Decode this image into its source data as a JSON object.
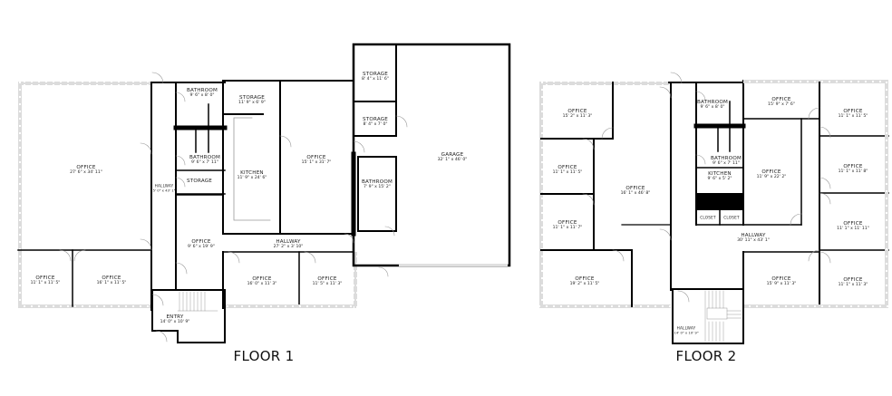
{
  "floors": [
    {
      "title": "FLOOR 1",
      "rooms": [
        {
          "name": "OFFICE",
          "dims": "27' 6\" x 34' 11\""
        },
        {
          "name": "HALLWAY",
          "dims": "5' 0\" x 43' 1\""
        },
        {
          "name": "BATHROOM",
          "dims": "9' 6\" x 8' 0\""
        },
        {
          "name": "BATHROOM",
          "dims": "9' 6\" x 7' 11\""
        },
        {
          "name": "STORAGE",
          "dims": ""
        },
        {
          "name": "STORAGE",
          "dims": "11' 9\" x 6' 9\""
        },
        {
          "name": "KITCHEN",
          "dims": "11' 9\" x 24' 6\""
        },
        {
          "name": "OFFICE",
          "dims": "15' 1\" x 31' 7\""
        },
        {
          "name": "STORAGE",
          "dims": "8' 4\" x 11' 6\""
        },
        {
          "name": "STORAGE",
          "dims": "8' 4\" x 7' 0\""
        },
        {
          "name": "BATHROOM",
          "dims": "7' 9\" x 15' 2\""
        },
        {
          "name": "GARAGE",
          "dims": "32' 1\" x 46' 0\""
        },
        {
          "name": "OFFICE",
          "dims": "9' 6\" x 19' 9\""
        },
        {
          "name": "HALLWAY",
          "dims": "27' 2\" x 3' 10\""
        },
        {
          "name": "OFFICE",
          "dims": "11' 1\" x 11' 5\""
        },
        {
          "name": "OFFICE",
          "dims": "16' 1\" x 11' 5\""
        },
        {
          "name": "OFFICE",
          "dims": "16' 0\" x 11' 3\""
        },
        {
          "name": "OFFICE",
          "dims": "11' 5\" x 11' 3\""
        },
        {
          "name": "ENTRY",
          "dims": "14' 0\" x 10' 9\""
        }
      ]
    },
    {
      "title": "FLOOR 2",
      "rooms": [
        {
          "name": "OFFICE",
          "dims": "15' 2\" x 11' 3\""
        },
        {
          "name": "OFFICE",
          "dims": "11' 1\" x 11' 5\""
        },
        {
          "name": "OFFICE",
          "dims": "11' 1\" x 11' 7\""
        },
        {
          "name": "OFFICE",
          "dims": "16' 1\" x 46' 8\""
        },
        {
          "name": "OFFICE",
          "dims": "19' 2\" x 11' 5\""
        },
        {
          "name": "BATHROOM",
          "dims": "9' 6\" x 8' 0\""
        },
        {
          "name": "BATHROOM",
          "dims": "9' 6\" x 7' 11\""
        },
        {
          "name": "KITCHEN",
          "dims": "9' 6\" x 5' 2\""
        },
        {
          "name": "CLOSET",
          "dims": ""
        },
        {
          "name": "CLOSET",
          "dims": ""
        },
        {
          "name": "OFFICE",
          "dims": "15' 9\" x 7' 6\""
        },
        {
          "name": "OFFICE",
          "dims": "11' 9\" x 22' 2\""
        },
        {
          "name": "HALLWAY",
          "dims": "30' 11\" x 43' 1\""
        },
        {
          "name": "OFFICE",
          "dims": "11' 1\" x 11' 5\""
        },
        {
          "name": "OFFICE",
          "dims": "11' 1\" x 11' 8\""
        },
        {
          "name": "OFFICE",
          "dims": "11' 1\" x 11' 11\""
        },
        {
          "name": "OFFICE",
          "dims": "11' 1\" x 11' 3\""
        },
        {
          "name": "OFFICE",
          "dims": "15' 9\" x 11' 3\""
        },
        {
          "name": "HALLWAY",
          "dims": "14' 0\" x 10' 9\""
        }
      ]
    }
  ],
  "colors": {
    "wall": "#000000",
    "window": "#c8c8c8",
    "background": "#ffffff",
    "text": "#222222"
  }
}
